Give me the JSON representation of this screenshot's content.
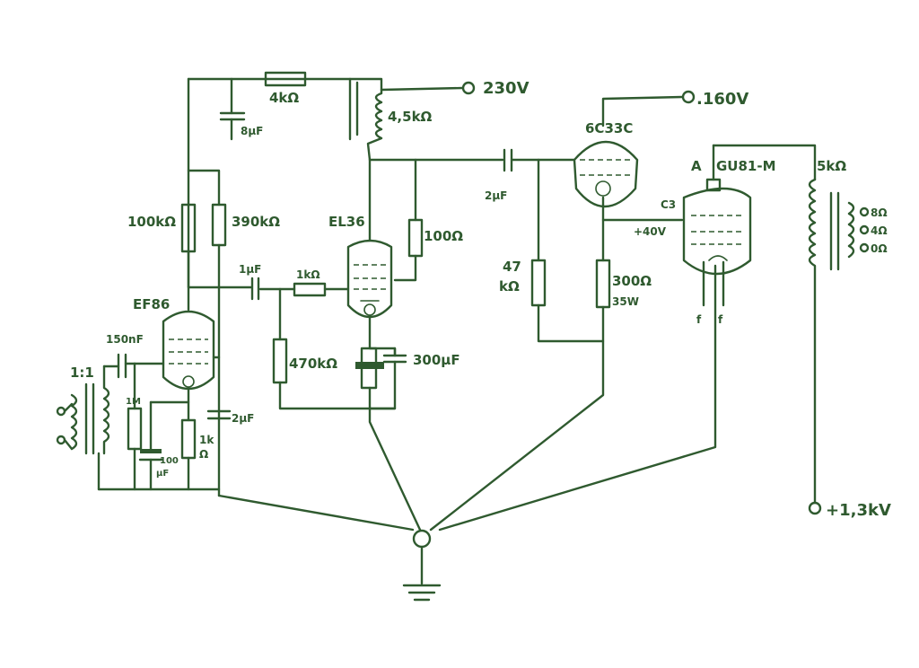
{
  "tubes": {
    "ef86": "EF86",
    "el36": "EL36",
    "c6c33": "6C33C",
    "gu81": "GU81-M"
  },
  "supplies": {
    "b230": "230V",
    "b160": ".160V",
    "b13kv": "+1,3kV"
  },
  "components": {
    "r_4k": "4kΩ",
    "c_8uf": "8µF",
    "choke_45k": "4,5kΩ",
    "r_100k": "100kΩ",
    "r_390k": "390kΩ",
    "c_1uf": "1µF",
    "r_1k_grid": "1kΩ",
    "r_100": "100Ω",
    "c_2uf_cpl": "2µF",
    "r_47k_a": "47",
    "r_47k_b": "kΩ",
    "r_300_a": "300Ω",
    "r_300_b": "35W",
    "xfmr_5k": "5kΩ",
    "tap_8": "8Ω",
    "tap_4": "4Ω",
    "tap_0": "0Ω",
    "r_470k": "470kΩ",
    "c_300uf": "300µF",
    "c_150nf": "150nF",
    "ratio": "1:1",
    "r_1m": "1M",
    "c_100uf_a": "100",
    "c_100uf_b": "µF",
    "r_1k_cath_a": "1k",
    "r_1k_cath_b": "Ω",
    "c_2uf_scr": "2µF",
    "bias": "+40V",
    "pin_a": "A",
    "pin_c3": "C3",
    "fil_1": "f",
    "fil_2": "f"
  }
}
